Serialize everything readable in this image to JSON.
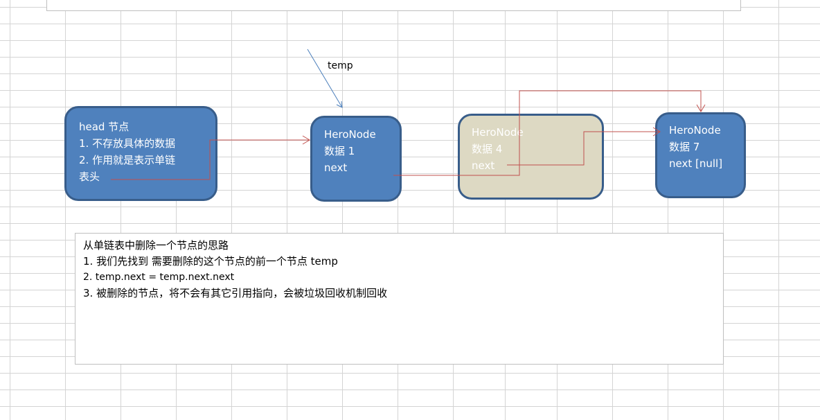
{
  "head_node": {
    "lines": [
      "head 节点",
      "1. 不存放具体的数据",
      "2. 作用就是表示单链",
      "表头"
    ]
  },
  "nodes": [
    {
      "lines": [
        "HeroNode",
        "数据 1",
        "next"
      ],
      "state": "normal"
    },
    {
      "lines": [
        "HeroNode",
        "数据 4",
        "next"
      ],
      "state": "deleted"
    },
    {
      "lines": [
        "HeroNode",
        "数据 7",
        "next [null]"
      ],
      "state": "normal"
    }
  ],
  "temp_label": "temp",
  "note": {
    "lines": [
      "从单链表中删除一个节点的思路",
      "1.  我们先找到 需要删除的这个节点的前一个节点 temp",
      "2.  temp.next = temp.next.next",
      "3. 被删除的节点，将不会有其它引用指向，会被垃圾回收机制回收"
    ]
  },
  "colors": {
    "node_fill": "#4f81bd",
    "deleted_fill": "#ddd9c3",
    "border": "#385d8a",
    "arrow": "#c0504d",
    "temp_arrow": "#4a7ebb",
    "grid": "#d4d4d4"
  }
}
